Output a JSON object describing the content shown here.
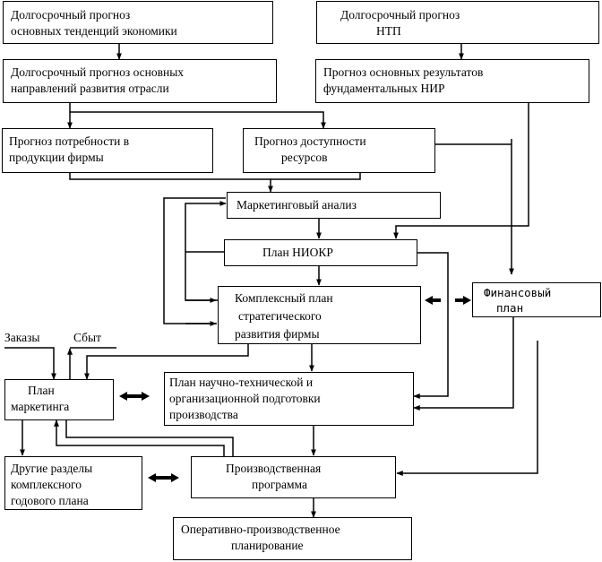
{
  "diagram": {
    "boxes": {
      "long_econ": [
        "Долгосрочный прогноз",
        "основных тенденций экономики"
      ],
      "long_ntp": [
        "Долгосрочный прогноз",
        "НТП"
      ],
      "long_industry": [
        "Долгосрочный прогноз основных",
        "направлений развития отрасли"
      ],
      "fund_research": [
        "Прогноз основных результатов",
        "фундаментальных НИР"
      ],
      "demand": [
        "Прогноз потребности в",
        "продукции фирмы"
      ],
      "resources": [
        "Прогноз доступности",
        "ресурсов"
      ],
      "marketing_analysis": [
        "Маркетинговый анализ"
      ],
      "niokr": [
        "План НИОКР"
      ],
      "strategic_plan": [
        "Комплексный план",
        "стратегического",
        "развития фирмы"
      ],
      "financial_plan": [
        "Финансовый",
        "план"
      ],
      "marketing_plan": [
        "План",
        "маркетинга"
      ],
      "tech_prep": [
        "План научно-технической и",
        "организационной подготовки",
        "производства"
      ],
      "other_sections": [
        "Другие разделы",
        "комплексного",
        "годового плана"
      ],
      "production_program": [
        "Производственная",
        "программа"
      ],
      "operational": [
        "Оперативно-производственное",
        "планирование"
      ]
    },
    "labels": {
      "orders": "Заказы",
      "sales": "Сбыт"
    }
  }
}
